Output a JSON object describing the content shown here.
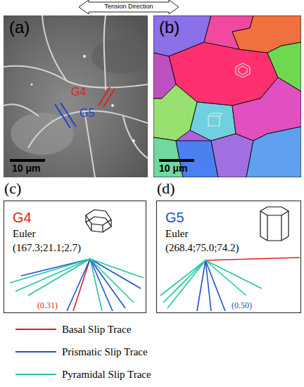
{
  "diagram": {
    "nodes": [
      {
        "text": [
          "(a)",
          "G4",
          "G5",
          "10 μm"
        ]
      },
      {
        "text": [
          "(b)",
          "10 μm"
        ]
      },
      {
        "text": [
          "(c)",
          "G4",
          "Euler",
          "(167.3;21.1;2.7)",
          "(0.31)"
        ]
      },
      {
        "text": [
          "(d)",
          "G5",
          "Euler",
          "(268.4;75.0;74.2)",
          "(0.50)"
        ]
      }
    ],
    "labels": [
      "Tension Direction"
    ],
    "legend": [
      {
        "text": "Basal Slip Trace"
      },
      {
        "text": "Prismatic Slip Trace"
      },
      {
        "text": "Pyramidal Slip Trace"
      }
    ]
  }
}
